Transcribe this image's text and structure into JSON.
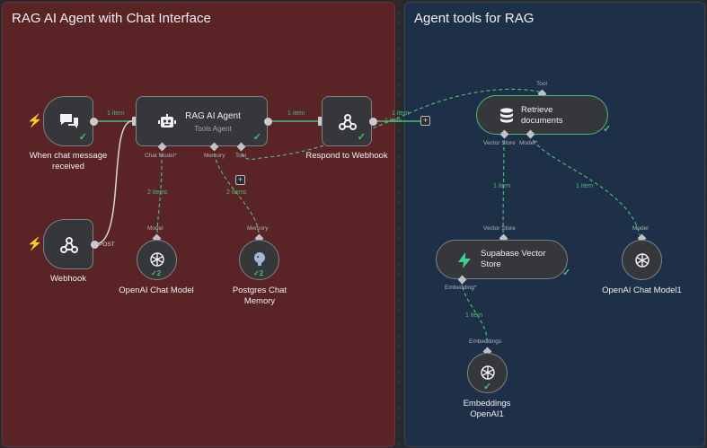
{
  "groups": {
    "left_title": "RAG AI Agent with Chat Interface",
    "right_title": "Agent tools for RAG"
  },
  "nodes": {
    "chat_trigger": {
      "label": "When chat message received"
    },
    "agent": {
      "label": "RAG AI Agent",
      "sub": "Tools Agent"
    },
    "respond": {
      "label": "Respond to Webhook"
    },
    "webhook": {
      "label": "Webhook",
      "port": "POST"
    },
    "openai_chat": {
      "label": "OpenAI Chat Model",
      "port": "Model",
      "badge": "2"
    },
    "postgres_memory": {
      "label": "Postgres Chat Memory",
      "port": "Memory",
      "badge": "2"
    },
    "retrieve": {
      "label": "Retrieve documents",
      "port": "Tool"
    },
    "supabase": {
      "label": "Supabase Vector Store",
      "port": "Vector Store"
    },
    "openai_chat1": {
      "label": "OpenAI Chat Model1",
      "port": "Model"
    },
    "embeddings": {
      "label": "Embeddings OpenAI1",
      "port": "Embeddings"
    }
  },
  "ports": {
    "agent_chat_model": "Chat Model*",
    "agent_memory": "Memory",
    "agent_tool": "Tool",
    "retrieve_vector_store": "Vector Store",
    "retrieve_model": "Model*",
    "supabase_embedding": "Embedding*"
  },
  "edges": {
    "trigger_agent": "1 item",
    "agent_respond": "1 item",
    "respond_out_a": "1 item",
    "respond_out_b": "1 item",
    "chat_model": "2 items",
    "memory": "2 items",
    "vector_store": "1 item",
    "model_right": "1 item",
    "embeddings": "1 item"
  },
  "colors": {
    "red_group": "#5a2326",
    "blue_group": "#1e3047",
    "success": "#4cb878",
    "trigger_bolt": "#e64b4b"
  }
}
